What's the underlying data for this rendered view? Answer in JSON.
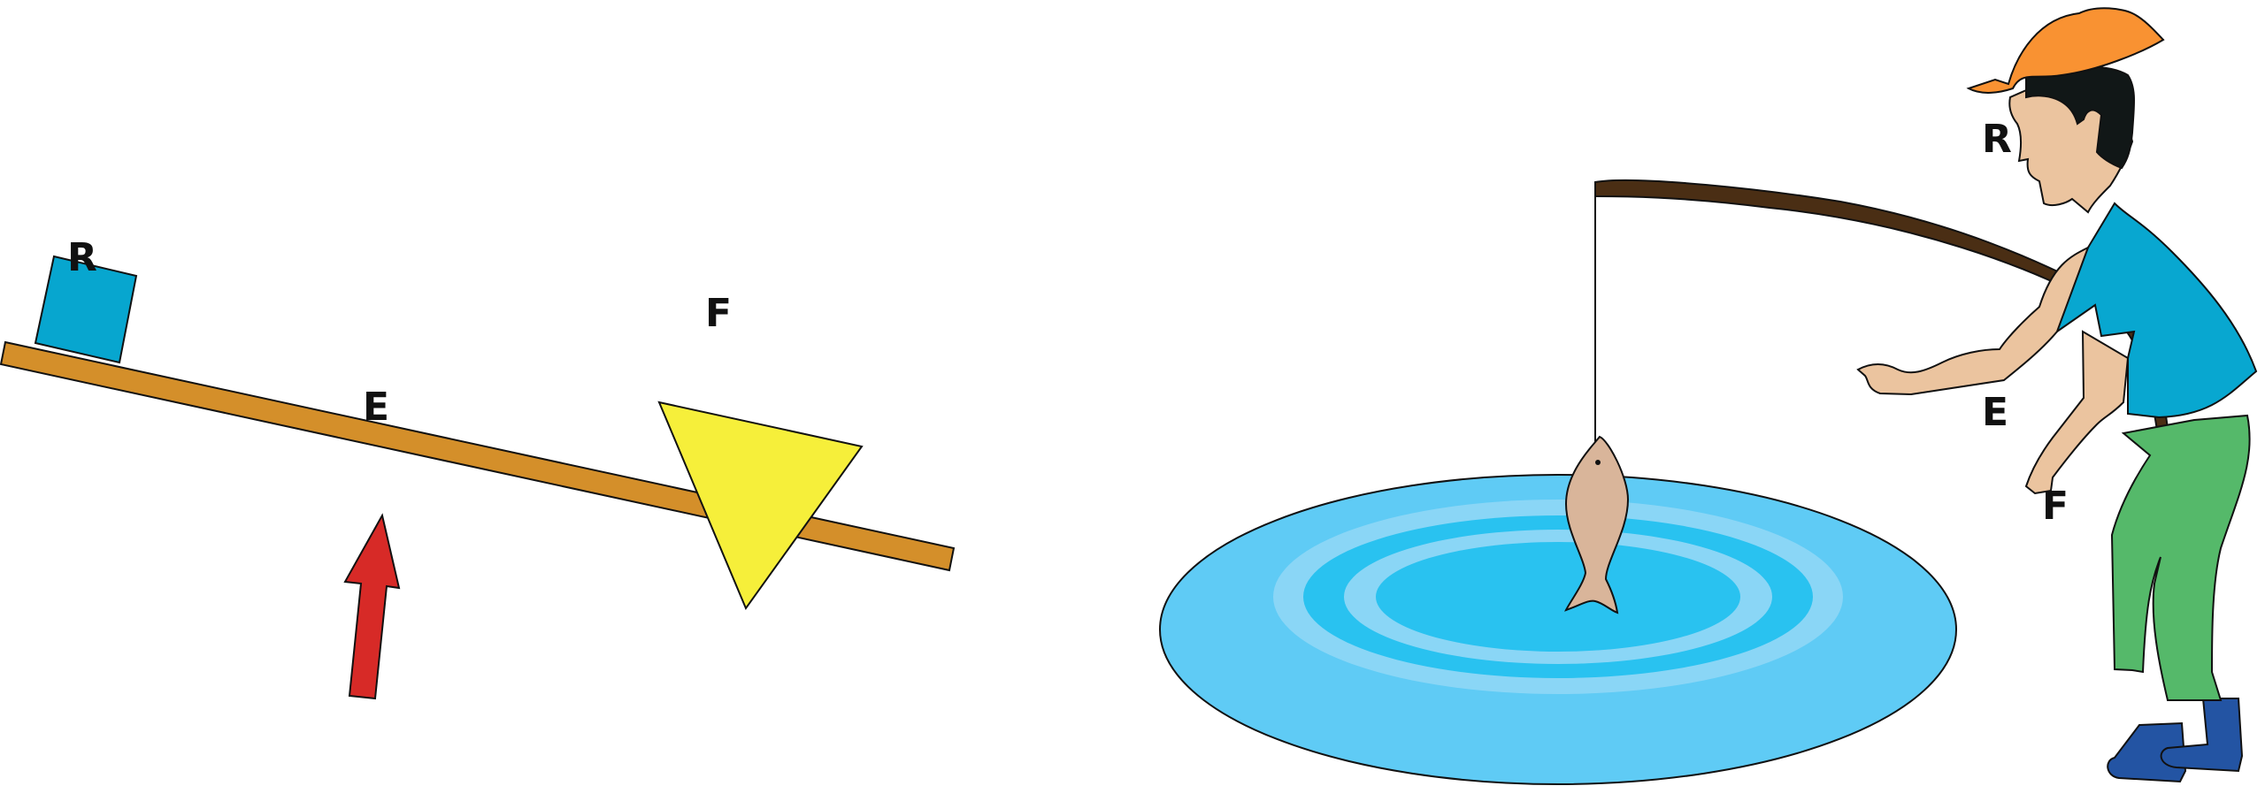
{
  "lever_diagram": {
    "load_label": "R",
    "effort_label": "E",
    "fulcrum_label": "F"
  },
  "fishing_diagram": {
    "load_label": "R",
    "effort_label": "E",
    "fulcrum_label": "F"
  },
  "colors": {
    "plank": "#d48f2a",
    "box": "#07a6cf",
    "fulcrum": "#f6ef3a",
    "arrow": "#d72a27",
    "pond": "#5fcbf5",
    "ripple_dark": "#29c2f0",
    "ripple_light": "#8ad6f6",
    "rod": "#4a2e14",
    "shirt": "#08a7d0",
    "pants": "#55b96a",
    "cap": "#f99232",
    "shoes": "#2354a3",
    "skin": "#ebc49f"
  }
}
